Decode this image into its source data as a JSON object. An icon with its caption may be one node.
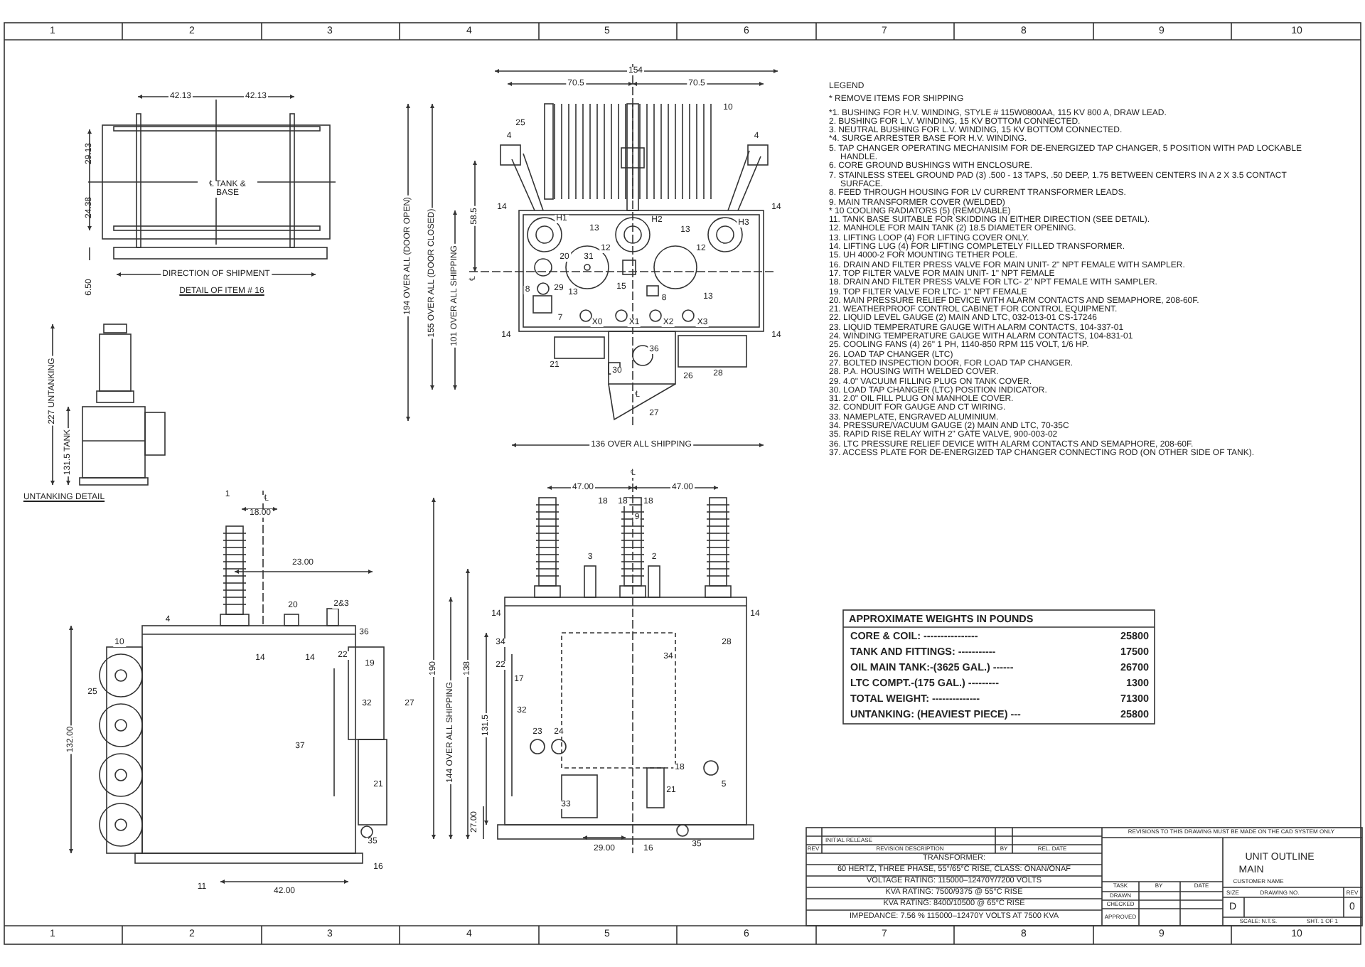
{
  "diagram": {
    "labels": [
      "1",
      "2",
      "3",
      "4",
      "5",
      "6",
      "7",
      "8",
      "9",
      "10",
      "42.13",
      "42.13",
      "29.13",
      "24.38",
      "℄ TANK & BASE",
      "6.50",
      "DIRECTION OF SHIPMENT",
      "DETAIL OF ITEM # 16",
      "227 UNTANKING",
      "131.5 TANK",
      "UNTANKING DETAIL",
      "154",
      "70.5",
      "70.5",
      "10",
      "25",
      "4",
      "4",
      "194 OVER ALL (DOOR OPEN)",
      "155 OVER ALL (DOOR CLOSED)",
      "101 OVER ALL SHIPPING",
      "58.5",
      "14",
      "14",
      "H1",
      "H2",
      "H3",
      "13",
      "13",
      "12",
      "12",
      "20",
      "31",
      "℄",
      "29",
      "15",
      "8",
      "13",
      "8",
      "13",
      "7",
      "X0",
      "X1",
      "X2",
      "X3",
      "14",
      "14",
      "21",
      "36",
      "30",
      "28",
      "26",
      "℄",
      "27",
      "136 OVER ALL SHIPPING",
      "LEGEND",
      "* REMOVE ITEMS FOR SHIPPING",
      "*1. BUSHING FOR H.V. WINDING, STYLE # 115W0800AA, 115 KV 800 A, DRAW LEAD.",
      "2. BUSHING FOR L.V. WINDING, 15 KV BOTTOM CONNECTED.",
      "3. NEUTRAL BUSHING FOR L.V. WINDING, 15 KV BOTTOM CONNECTED.",
      "*4. SURGE ARRESTER BASE FOR H.V. WINDING.",
      "5. TAP CHANGER OPERATING MECHANISIM FOR DE-ENERGIZED TAP CHANGER, 5 POSITION WITH PAD LOCKABLE HANDLE.",
      "6. CORE GROUND BUSHINGS WITH ENCLOSURE.",
      "7. STAINLESS STEEL GROUND PAD (3) .500 - 13 TAPS, .50 DEEP, 1.75 BETWEEN CENTERS IN A 2 X 3.5 CONTACT SURFACE.",
      "8. FEED THROUGH HOUSING FOR LV CURRENT TRANSFORMER LEADS.",
      "9. MAIN TRANSFORMER COVER (WELDED)",
      "* 10 COOLING RADIATORS (5) (REMOVABLE)",
      "11. TANK BASE SUITABLE FOR SKIDDING IN EITHER DIRECTION (SEE DETAIL).",
      "12. MANHOLE FOR MAIN TANK (2) 18.5 DIAMETER OPENING.",
      "13. LIFTING LOOP (4) FOR LIFTING COVER ONLY.",
      "14. LIFTING LUG (4) FOR LIFTING COMPLETELY FILLED TRANSFORMER.",
      "15. UH 4000-2 FOR MOUNTING TETHER POLE.",
      "16. DRAIN AND FILTER PRESS VALVE FOR MAIN UNIT- 2\" NPT FEMALE WITH SAMPLER.",
      "17. TOP FILTER VALVE FOR MAIN UNIT- 1\" NPT FEMALE",
      "18. DRAIN AND FILTER PRESS VALVE FOR LTC- 2\" NPT FEMALE WITH SAMPLER.",
      "19. TOP FILTER VALVE FOR LTC- 1\" NPT FEMALE",
      "20. MAIN PRESSURE RELIEF DEVICE WITH ALARM CONTACTS AND SEMAPHORE, 208-60F.",
      "21. WEATHERPROOF CONTROL CABINET FOR CONTROL EQUIPMENT.",
      "22. LIQUID LEVEL GAUGE (2) MAIN AND LTC, 032-013-01 CS-17246",
      "23. LIQUID TEMPERATURE GAUGE WITH ALARM CONTACTS, 104-337-01",
      "24. WINDING TEMPERATURE GAUGE WITH ALARM CONTACTS, 104-831-01",
      "25. COOLING FANS (4) 26\" 1 PH, 1140-850 RPM 115 VOLT, 1/6 HP.",
      "26. LOAD TAP CHANGER (LTC)",
      "27. BOLTED INSPECTION DOOR, FOR LOAD TAP CHANGER.",
      "28. P.A. HOUSING WITH WELDED COVER.",
      "29. 4.0\" VACUUM FILLING PLUG ON TANK COVER.",
      "30. LOAD TAP CHANGER (LTC) POSITION INDICATOR.",
      "31. 2.0\" OIL FILL PLUG ON MANHOLE COVER.",
      "32. CONDUIT FOR GAUGE AND CT WIRING.",
      "33. NAMEPLATE, ENGRAVED ALUMINIUM.",
      "34. PRESSURE/VACUUM GAUGE (2) MAIN AND LTC, 70-35C",
      "35. RAPID RISE RELAY WITH 2\" GATE VALVE, 900-003-02",
      "36. LTC PRESSURE RELIEF DEVICE WITH ALARM CONTACTS AND SEMAPHORE, 208-60F.",
      "37. ACCESS PLATE FOR DE-ENERGIZED TAP CHANGER CONNECTING ROD (ON OTHER SIDE OF TANK).",
      "℄",
      "18.00",
      "1",
      "23.00",
      "2&3",
      "4",
      "20",
      "36",
      "10",
      "14",
      "14",
      "22",
      "19",
      "25",
      "32",
      "27",
      "37",
      "21",
      "132.00",
      "35",
      "16",
      "11",
      "42.00",
      "℄",
      "47.00",
      "47.00",
      "18",
      "18",
      "18",
      "9",
      "190",
      "138",
      "3",
      "2",
      "14",
      "14",
      "34",
      "28",
      "34",
      "22",
      "17",
      "32",
      "131.5",
      "23",
      "24",
      "144 OVER ALL SHIPPING",
      "18",
      "5",
      "21",
      "33",
      "27.00",
      "35",
      "29.00",
      "16",
      "APPROXIMATE WEIGHTS IN POUNDS",
      "CORE & COIL: ----------------",
      "25800",
      "TANK AND FITTINGS: -----------",
      "17500",
      "OIL MAIN TANK:-(3625 GAL.) ------",
      "26700",
      "LTC COMPT.-(175 GAL.) ---------",
      "1300",
      "TOTAL WEIGHT: --------------",
      "71300",
      "UNTANKING: (HEAVIEST PIECE) ---",
      "25800",
      "INITIAL RELEASE",
      "REV",
      "REVISION DESCRIPTION",
      "BY",
      "REL. DATE",
      "REVISIONS TO THIS DRAWING MUST BE MADE ON THE CAD SYSTEM ONLY",
      "UNIT OUTLINE",
      "MAIN",
      "CUSTOMER NAME",
      "TRANSFORMER:",
      "60 HERTZ, THREE PHASE, 55°/65°C RISE, CLASS: ONAN/ONAF",
      "VOLTAGE RATING: 115000–12470Y/7200 VOLTS",
      "KVA RATING: 7500/9375 @ 55°C RISE",
      "KVA RATING: 8400/10500 @ 65°C RISE",
      "IMPEDANCE: 7.56 % 115000–12470Y VOLTS AT 7500 KVA",
      "TASK",
      "BY",
      "DATE",
      "DRAWN",
      "CHECKED",
      "APPROVED",
      "SIZE",
      "DRAWING NO.",
      "REV",
      "D",
      "0",
      "SCALE: N.T.S.",
      "SHT. 1 OF 1",
      "1",
      "2",
      "3",
      "4",
      "5",
      "6",
      "7",
      "8",
      "9",
      "10"
    ]
  }
}
